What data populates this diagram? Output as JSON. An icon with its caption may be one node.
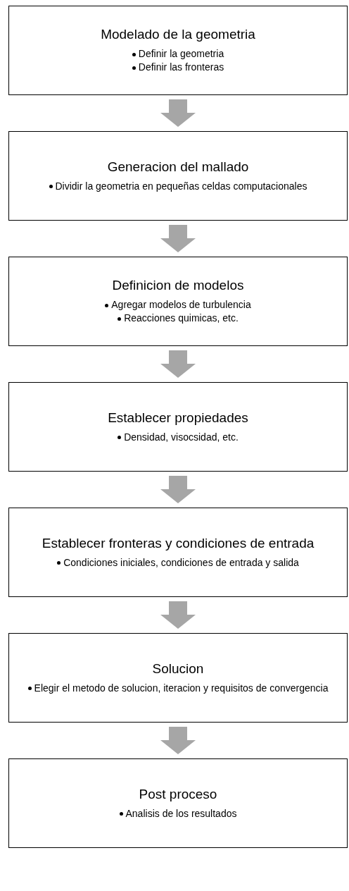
{
  "diagram": {
    "nodes": [
      {
        "text": [
          "Modelado de la geometria",
          "Definir la geometria",
          "Definir las fronteras"
        ]
      },
      {
        "text": [
          "Generacion del mallado",
          "Dividir la geometria en pequeñas celdas computacionales"
        ]
      },
      {
        "text": [
          "Definicion de modelos",
          "Agregar modelos de turbulencia",
          "Reacciones quimicas, etc."
        ]
      },
      {
        "text": [
          "Establecer propiedades",
          "Densidad, visocsidad, etc."
        ]
      },
      {
        "text": [
          "Establecer fronteras y condiciones de entrada",
          "Condiciones iniciales, condiciones de entrada y salida"
        ]
      },
      {
        "text": [
          "Solucion",
          "Elegir el metodo de solucion, iteracion y requisitos de convergencia"
        ]
      },
      {
        "text": [
          "Post proceso",
          "Analisis de los resultados"
        ]
      }
    ],
    "edges": [
      {
        "from": 0,
        "to": 1,
        "arrow": "to"
      },
      {
        "from": 1,
        "to": 2,
        "arrow": "to"
      },
      {
        "from": 2,
        "to": 3,
        "arrow": "to"
      },
      {
        "from": 3,
        "to": 4,
        "arrow": "to"
      },
      {
        "from": 4,
        "to": 5,
        "arrow": "to"
      },
      {
        "from": 5,
        "to": 6,
        "arrow": "to"
      }
    ]
  }
}
